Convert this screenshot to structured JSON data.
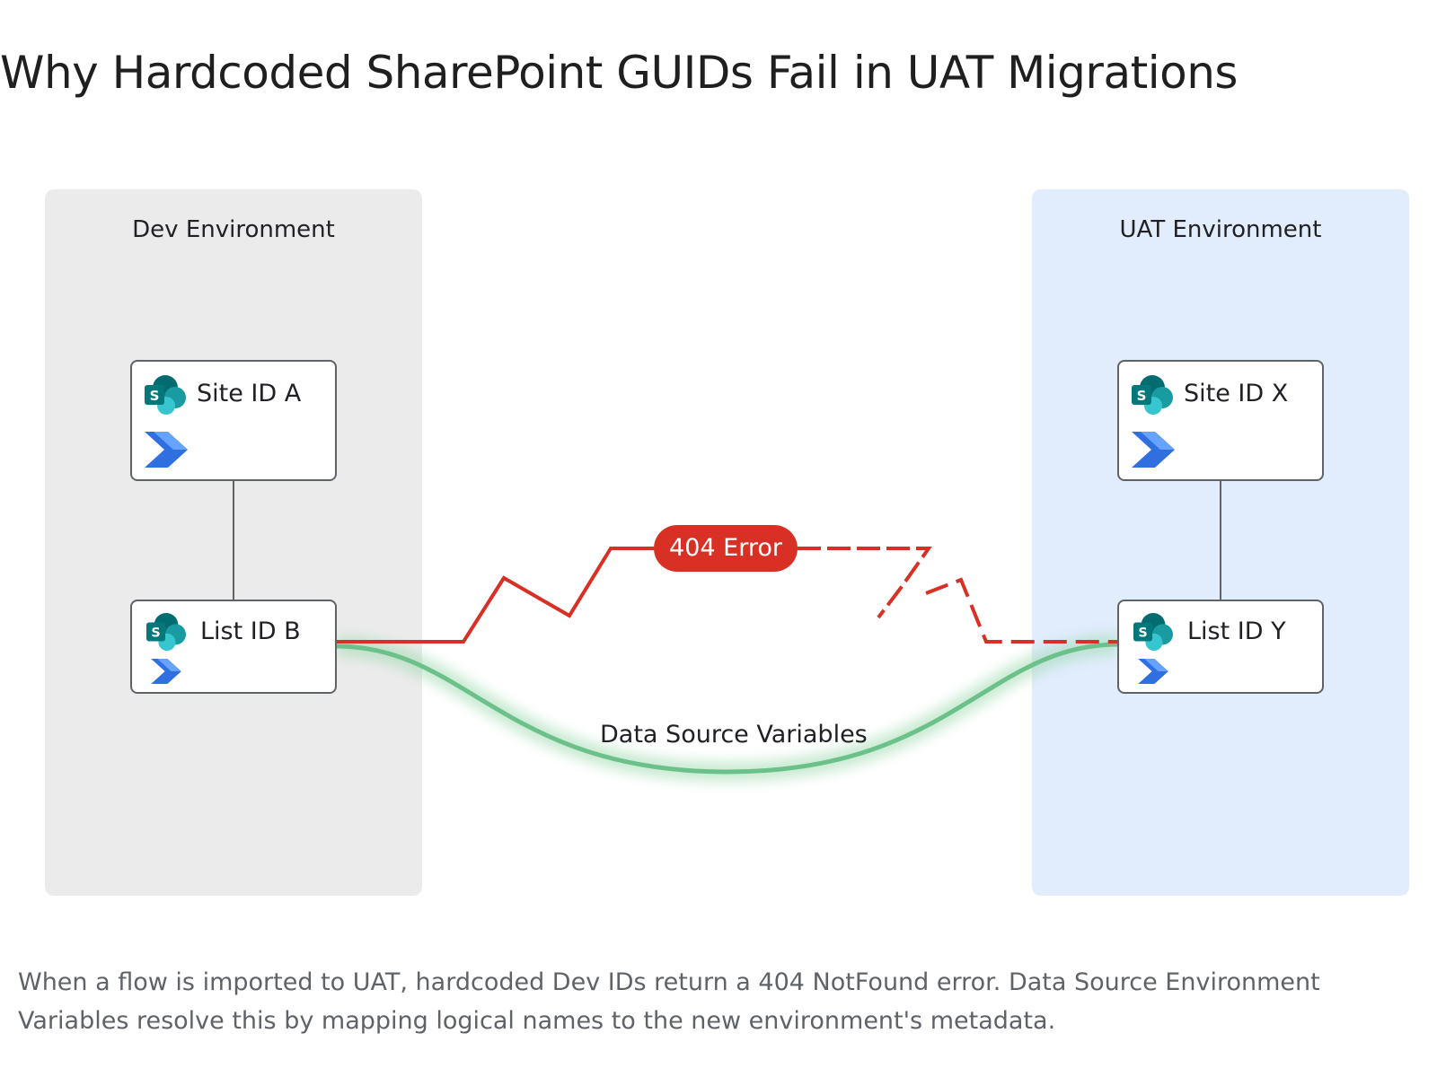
{
  "title": "Why Hardcoded SharePoint GUIDs Fail in UAT Migrations",
  "environments": {
    "dev": {
      "label": "Dev Environment",
      "site": "Site ID A",
      "list": "List ID B"
    },
    "uat": {
      "label": "UAT Environment",
      "site": "Site ID X",
      "list": "List ID Y"
    }
  },
  "connections": {
    "error_label": "404 Error",
    "variables_label": "Data Source Variables"
  },
  "caption": "When a flow is imported to UAT, hardcoded Dev IDs return a 404 NotFound error. Data Source Environment Variables resolve this by mapping logical names to the new environment's metadata.",
  "colors": {
    "dev_background": "#ebebeb",
    "uat_background": "#e1ecfd",
    "error_red": "#d93025",
    "variables_green": "#6cc08a",
    "sharepoint_teal": "#036c70",
    "power_automate_blue": "#2f6fe0"
  },
  "icons": {
    "site": "sharepoint-icon",
    "flow": "power-automate-icon"
  }
}
